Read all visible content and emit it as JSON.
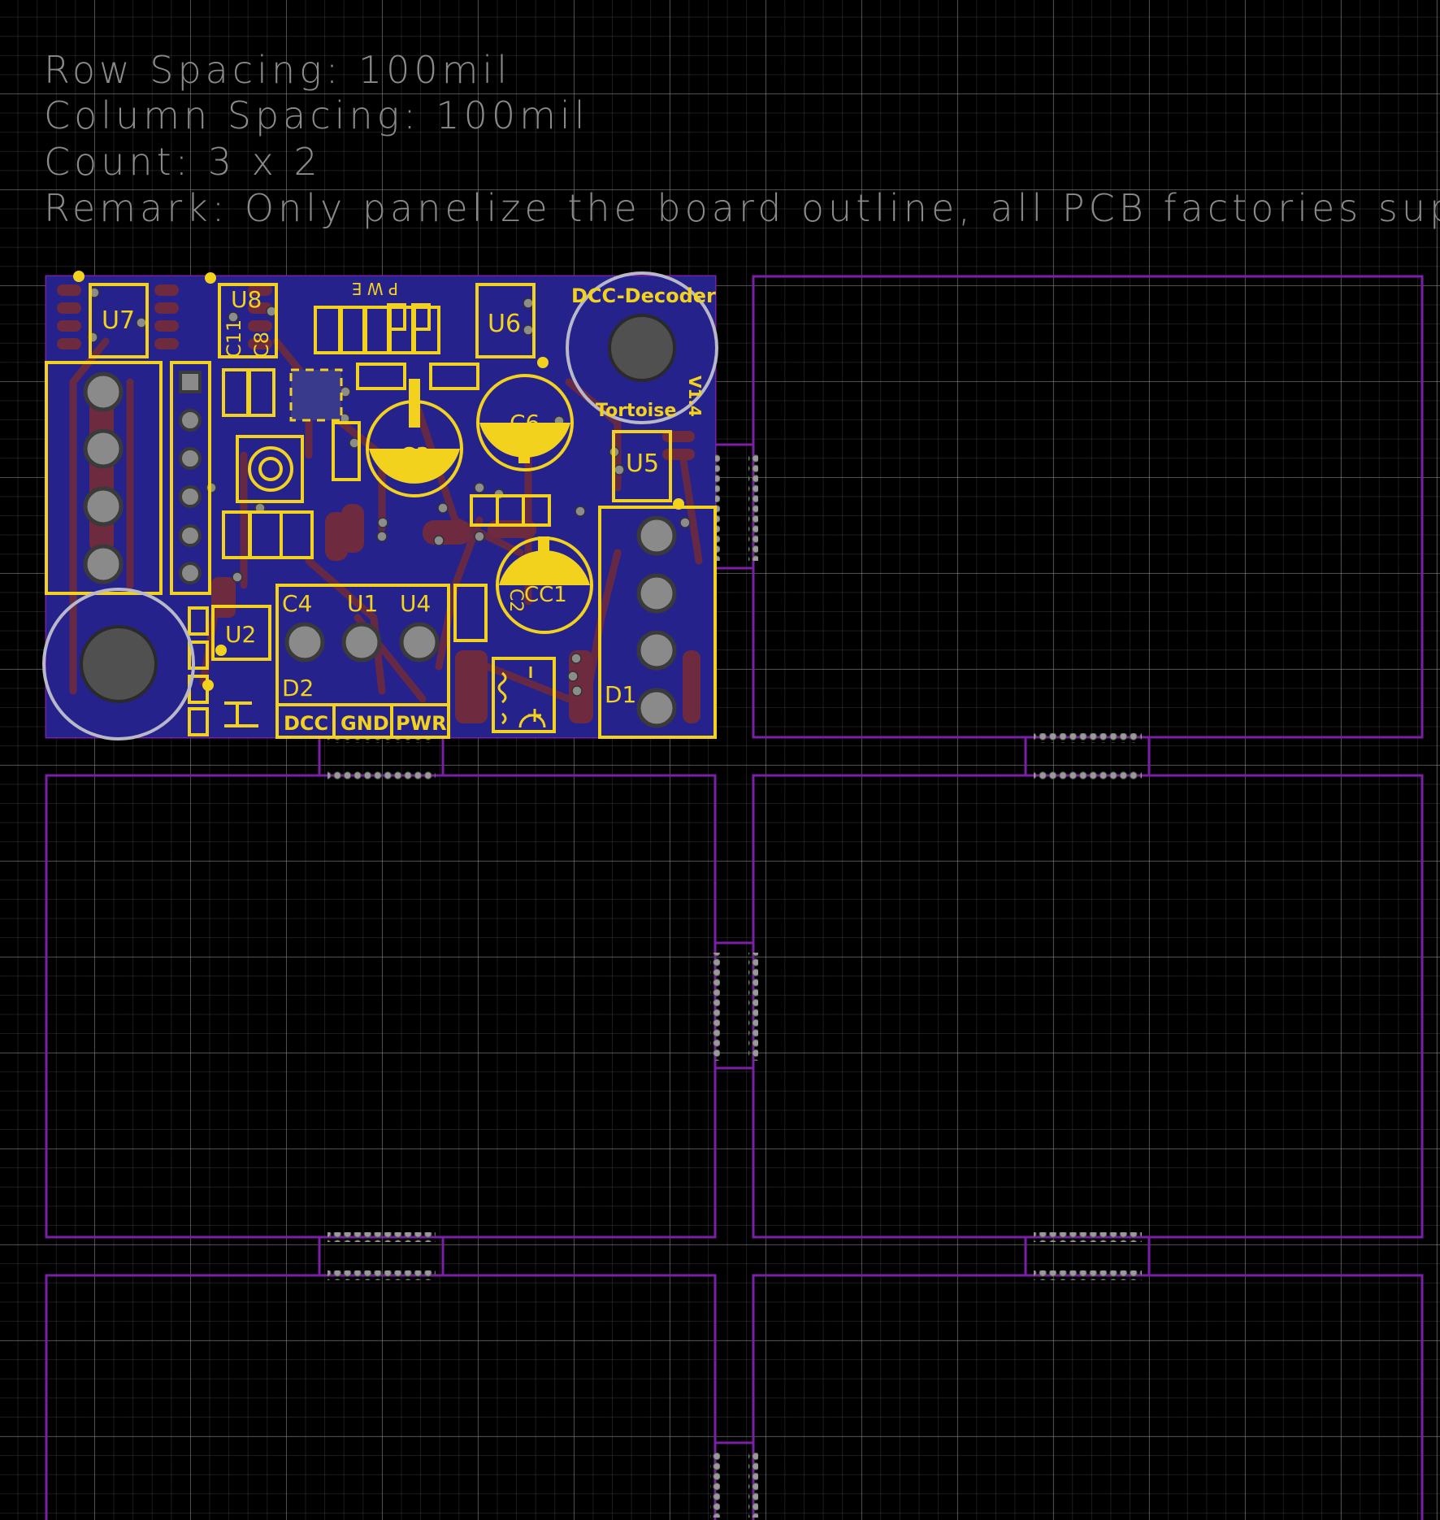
{
  "panel_info": {
    "row_spacing": "Row Spacing: 100mil",
    "column_spacing": "Column Spacing: 100mil",
    "count": "Count: 3 x 2",
    "remark": "Remark: Only panelize the board outline, all PCB factories sup"
  },
  "board": {
    "title": "DCC-Decoder",
    "subtitle": "Tortoise",
    "version": "V1.4",
    "pwe_label": "P W E",
    "components": {
      "u7": "U7",
      "u8": "U8",
      "c11": "C11",
      "c8": "C8",
      "u6": "U6",
      "c3": "C3",
      "c6": "C6",
      "u5": "U5",
      "u2": "U2",
      "c4": "C4",
      "u1": "U1",
      "u4": "U4",
      "d2": "D2",
      "cc1": "CC1",
      "c2": "C2",
      "d1": "D1"
    },
    "terminals": [
      "DCC",
      "GND",
      "PWR"
    ]
  },
  "colors": {
    "background": "#000000",
    "board_fill": "#25228c",
    "silkscreen": "#f2d21c",
    "outline": "#7a1fa6",
    "copper": "#7a2a3a",
    "mouse_bite": "#8a8a8a"
  }
}
